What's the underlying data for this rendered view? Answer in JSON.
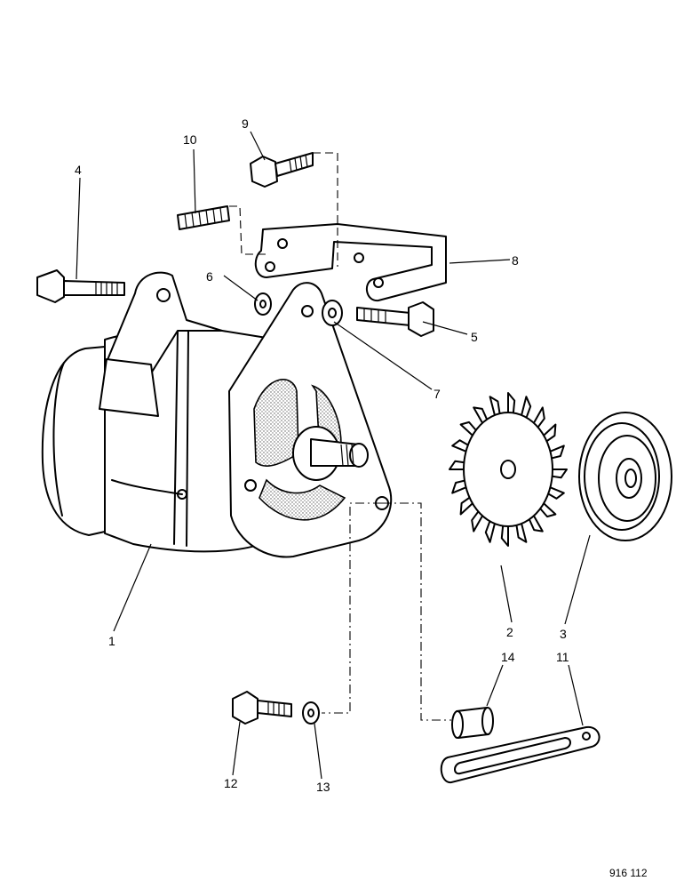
{
  "drawing_ref": "916 112",
  "callouts": [
    "1",
    "2",
    "3",
    "4",
    "5",
    "6",
    "7",
    "8",
    "9",
    "10",
    "11",
    "12",
    "13",
    "14"
  ]
}
